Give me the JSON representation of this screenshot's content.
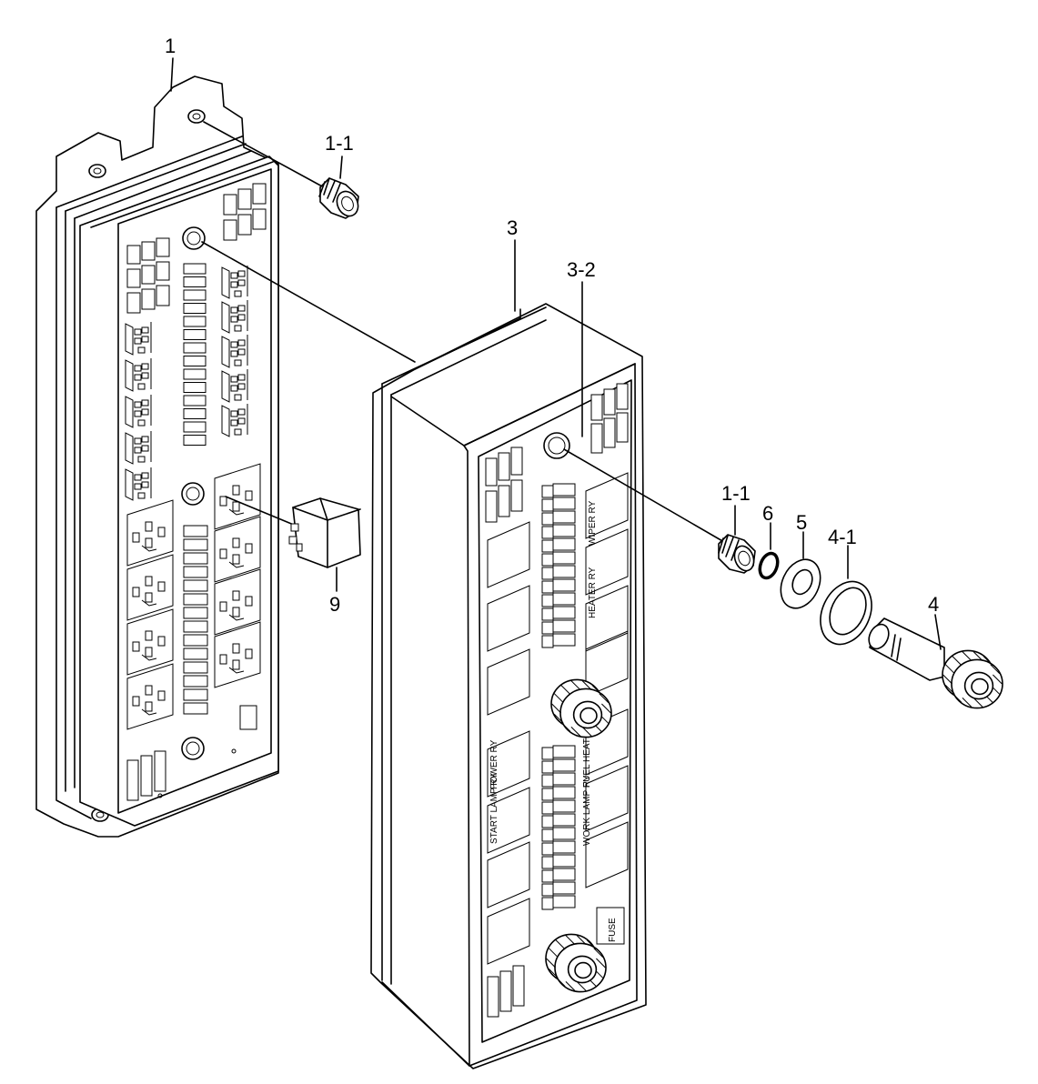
{
  "callouts": {
    "c1": "1",
    "c1_1a": "1-1",
    "c3": "3",
    "c3_2": "3-2",
    "c1_1b": "1-1",
    "c6": "6",
    "c5": "5",
    "c4_1": "4-1",
    "c4": "4",
    "c9": "9"
  },
  "cover_labels": {
    "power_ry": "POWER RY",
    "fuel_heater_ry": "FUEL HEATER RY",
    "start_lamp_ry": "START LAMP RY",
    "work_lamp_ry": "WORK LAMP RY",
    "heater_ry": "HEATER RY",
    "wiper_ry": "WIPER RY",
    "spare_fuse": "FUSE"
  }
}
